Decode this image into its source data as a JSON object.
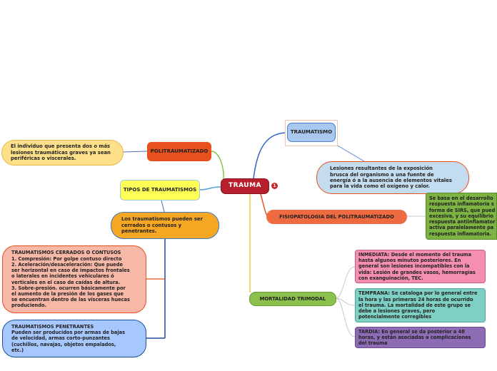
{
  "center": {
    "label": "TRAUMA",
    "badge": "1"
  },
  "politraumatizado": {
    "label": "POLITRAUMATIZADO",
    "definition": "El individuo que presenta dos o más\nlesiones traumáticas graves ya sean\nperiféricas o viscerales."
  },
  "traumatismo": {
    "label": "TRAUMATISMO",
    "definition": "Lesiones resultantes de la exposición\nbrusca del organismo a una fuente de\nenergía ó a la ausencia de elementos vitales\npara la vida como el oxígeno y calor."
  },
  "tipos": {
    "label": "TIPOS DE TRAUMATISMOS",
    "summary": "Los traumatismos pueden ser\ncerrados o contusos y\npenetrantes.",
    "cerrados": "TRAUMATISMOS CERRADOS O CONTUSOS\n1. Compresión: Por golpe contuso directo\n2. Aceleración/desaceleración: Que puede\nser horizontal en caso de impactos frontales\no laterales en incidentes vehiculares ó\nverticales en el caso de caídas de altura.\n3. Sobre-presión. ocurren básicamente por\nel aumento de la presión de los gases que\nse encuentran dentro de las vísceras huecas\nproduciendo.",
    "penetrantes": "TRAUMATISMOS PENETRANTES\nPueden ser producidos por armas de bajas\nde velocidad, armas corto-punzantes\n(cuchillos, navajas, objetos empalados,\netc.)"
  },
  "fisiopatologia": {
    "label": "FISIOPATOLOGIA DEL POLITRAUMATIZADO",
    "detail": "Se basa en el desarrollo\nrespuesta inflamatoria s\nforma de SIRS, que pued\nexcesiva, y su equilibrio\nrespuesta antiinflamator\nactiva paralelamente pa\nrespuesta inflamatoria."
  },
  "mortalidad": {
    "label": "MORTALIDAD TRIMODAL",
    "inmediata": "INMEDIATA: Desde el momento del trauma\nhasta algunos minutos posteriores. En\ngeneral son lesiones incompatibles con la\nvida: Lesión de grandes vasos, hemorragias\ncon exanguinación, TEC.",
    "temprana": "TEMPRANA: Se cataloga por lo general entre\nla hora y las primeras 24 horas de ocurrido\nel trauma. La mortalidad de este grupo se\ndebe a lesiones graves, pero\npotencialmente corregibles",
    "tardia": "TARDIA: En general se da posterior a 48\nhoras, y están asociadas a complicaciones\ndel trauma"
  },
  "colors": {
    "center": "#b81f2c",
    "politraumatizado": "#e8501e",
    "traumatismo": "#a8c8f0",
    "tipos": "#ffff55",
    "fisiopatologia": "#ee6a40",
    "mortalidad": "#8cc04c",
    "fisiopatologia_detail": "#7cb342",
    "inmediata": "#f48fb1",
    "temprana": "#7fd0c4",
    "tardia": "#8e6bb5",
    "cerrados": "#f8b8a8",
    "penetrantes": "#a6c8ff",
    "summary": "#f5a623",
    "politraumatizado_def": "#ffe08a",
    "traumatismo_def": "#c4dcf0"
  }
}
